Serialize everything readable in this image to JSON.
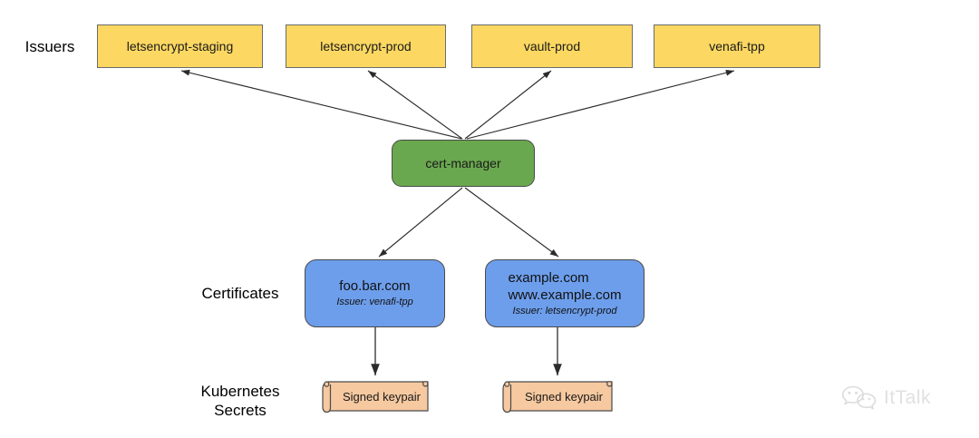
{
  "diagram": {
    "title": "cert-manager issuers, certificates and kubernetes secrets flow",
    "colors": {
      "issuer_fill": "#fcd862",
      "cert_manager_fill": "#6aa84f",
      "certificate_fill": "#6d9eeb",
      "secret_fill": "#f6c9a0",
      "stroke": "#4a4a4a",
      "background": "#ffffff"
    },
    "row_labels": {
      "issuers": "Issuers",
      "certificates": "Certificates",
      "secrets": "Kubernetes\nSecrets"
    },
    "issuers": [
      {
        "label": "letsencrypt-staging"
      },
      {
        "label": "letsencrypt-prod"
      },
      {
        "label": "vault-prod"
      },
      {
        "label": "venafi-tpp"
      }
    ],
    "controller": {
      "label": "cert-manager"
    },
    "certificates": [
      {
        "dns_names": "foo.bar.com",
        "issuer_line": "Issuer: venafi-tpp"
      },
      {
        "dns_names": "example.com\nwww.example.com",
        "issuer_line": "Issuer: letsencrypt-prod"
      }
    ],
    "secrets": [
      {
        "label": "Signed keypair"
      },
      {
        "label": "Signed keypair"
      }
    ],
    "watermark": {
      "text": "ItTalk",
      "icon": "wechat-bubbles-icon"
    }
  }
}
